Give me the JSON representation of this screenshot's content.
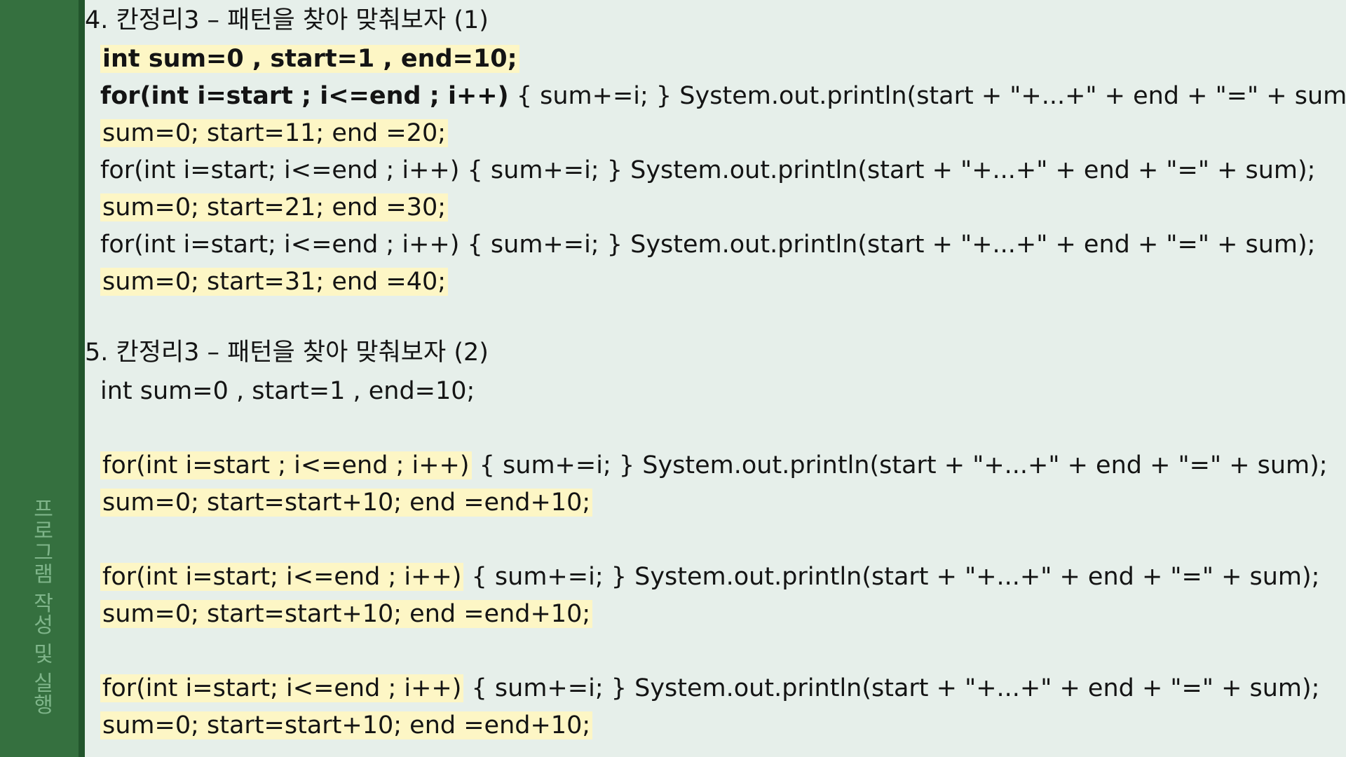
{
  "sidebar": {
    "label": "프로그램 작성 및 실행"
  },
  "section4": {
    "heading": "4. 칸정리3 – 패턴을 찾아 맞춰보자 (1)",
    "lines": [
      "int sum=0 , start=1 , end=10;",
      "for(int i=start ; i<=end ; i++)",
      " { sum+=i; } System.out.println(start + \"+...+\" + end + \"=\" + sum);",
      "sum=0; start=11; end =20;",
      "for(int i=start; i<=end ; i++) { sum+=i; } System.out.println(start + \"+...+\" + end + \"=\" + sum);",
      "sum=0; start=21; end =30;",
      "for(int i=start; i<=end ; i++) { sum+=i; } System.out.println(start + \"+...+\" + end + \"=\" + sum);",
      "sum=0; start=31; end =40;"
    ]
  },
  "section5": {
    "heading": "5. 칸정리3 – 패턴을 찾아 맞춰보자 (2)",
    "lines": [
      "int sum=0 , start=1 , end=10;",
      "for(int i=start ; i<=end ; i++)",
      " { sum+=i; } System.out.println(start + \"+...+\" + end + \"=\" + sum);",
      "sum=0; start=start+10; end =end+10;",
      "for(int i=start; i<=end ; i++)",
      " { sum+=i; } System.out.println(start + \"+...+\" + end + \"=\" + sum);",
      "sum=0; start=start+10; end =end+10;",
      "for(int i=start; i<=end ; i++)",
      " { sum+=i; } System.out.println(start + \"+...+\" + end + \"=\" + sum);",
      "sum=0; start=start+10; end =end+10;"
    ]
  },
  "colors": {
    "sidebar": "#35703f",
    "background": "#e6efea",
    "highlight": "#fdf6c5"
  }
}
